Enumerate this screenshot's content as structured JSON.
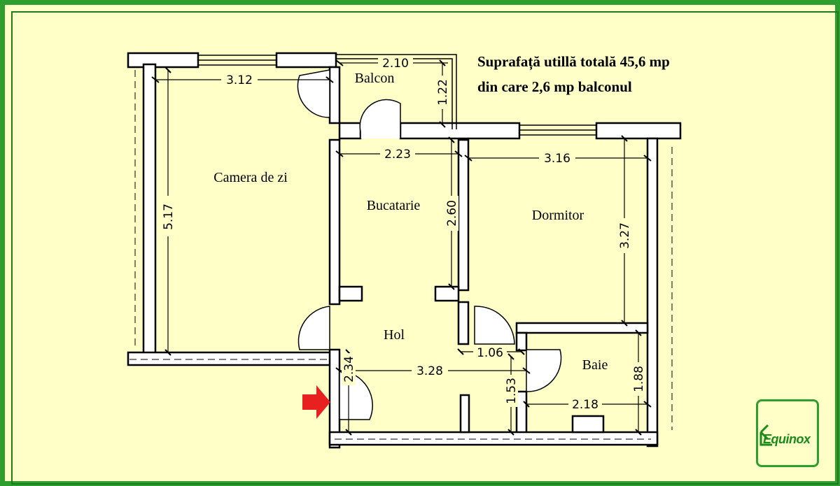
{
  "title_line1": "Suprafață utillă totală 45,6 mp",
  "title_line2": "din care 2,6 mp balconul",
  "rooms": {
    "camera": "Camera de zi",
    "balcon": "Balcon",
    "bucatarie": "Bucatarie",
    "dormitor": "Dormitor",
    "hol": "Hol",
    "baie": "Baie"
  },
  "dimensions": {
    "camera_width": "3.12",
    "camera_length": "5.17",
    "balcon_width": "2.10",
    "balcon_depth": "1.22",
    "bucatarie_width": "2.23",
    "bucatarie_length": "2.60",
    "dormitor_width": "3.16",
    "dormitor_length": "3.27",
    "hol_width": "3.28",
    "hol_length": "2.34",
    "hol_passage": "1.06",
    "baie_door_side": "1.53",
    "baie_width": "2.18",
    "baie_length": "1.88"
  },
  "entrance_icon": "red-arrow-icon",
  "logo_text": "Equinox",
  "colors": {
    "background": "#ffffc8",
    "frame": "#2e9e2e",
    "arrow": "#e82020",
    "walls": "#000000"
  }
}
